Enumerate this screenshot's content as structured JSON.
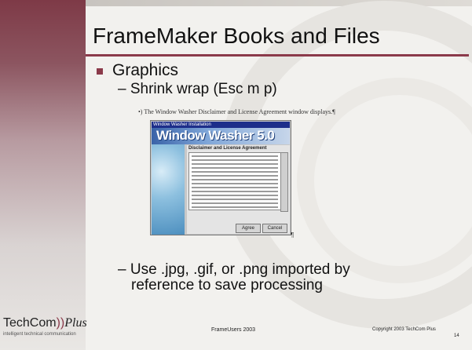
{
  "slide": {
    "title": "FrameMaker Books and Files",
    "bullet": "Graphics",
    "sub1": "– Shrink wrap (Esc m p)",
    "doc_line": "•)   The Window Washer Disclaimer and License Agreement window displays.¶",
    "sub2_line1": "– Use .jpg, .gif, or .png imported by",
    "sub2_line2": "reference to save processing",
    "pilcrow": "¶"
  },
  "screenshot": {
    "window_title": "Window Washer Installation",
    "banner": "Window Washer 5.0",
    "subtitle": "Disclaimer and License Agreement",
    "buttons": [
      "Agree",
      "Cancel"
    ]
  },
  "footer": {
    "logo": "TechCom",
    "logo_mark": "))",
    "logo_plus": "Plus",
    "tagline": "intelligent technical communication",
    "center": "FrameUsers 2003",
    "copyright": "Copyright 2003 TechCom Plus",
    "page": "14"
  },
  "colors": {
    "accent": "#8b3a4a",
    "background": "#f2f1ee"
  }
}
